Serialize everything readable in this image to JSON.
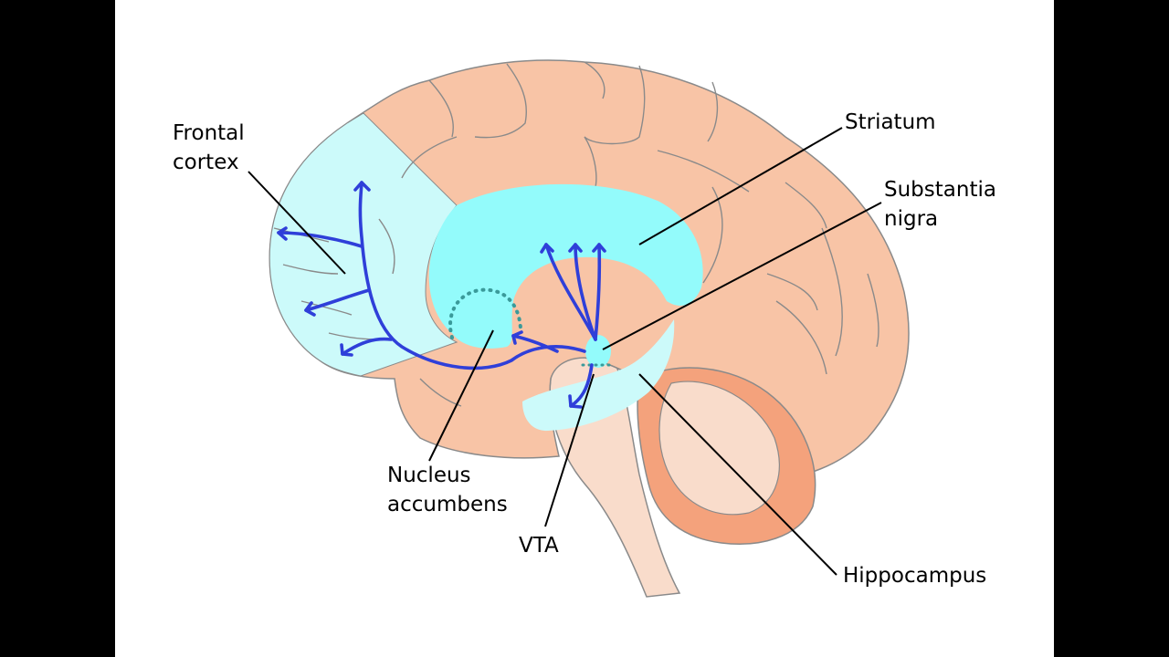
{
  "labels": {
    "frontal_cortex_line1": "Frontal",
    "frontal_cortex_line2": "cortex",
    "striatum": "Striatum",
    "substantia_nigra_line1": "Substantia",
    "substantia_nigra_line2": "nigra",
    "nucleus_accumbens_line1": "Nucleus",
    "nucleus_accumbens_line2": "accumbens",
    "vta": "VTA",
    "hippocampus": "Hippocampus"
  },
  "colors": {
    "brain_tissue": "#f8c4a6",
    "brainstem": "#f9dccb",
    "cerebellum": "#f4a27c",
    "dopamine_region": "#93fbfb",
    "frontal_region": "#ccfafa",
    "pathway": "#2f3fd9",
    "dotted_outline": "#3a9a9a"
  }
}
